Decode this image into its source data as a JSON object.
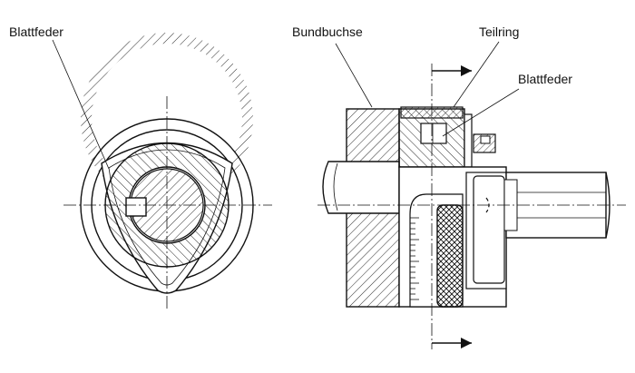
{
  "labels": {
    "left_blattfeder": "Blattfeder",
    "bundbuchse": "Bundbuchse",
    "teilring": "Teilring",
    "right_blattfeder": "Blattfeder"
  },
  "colors": {
    "line": "#111111",
    "background": "#ffffff"
  }
}
